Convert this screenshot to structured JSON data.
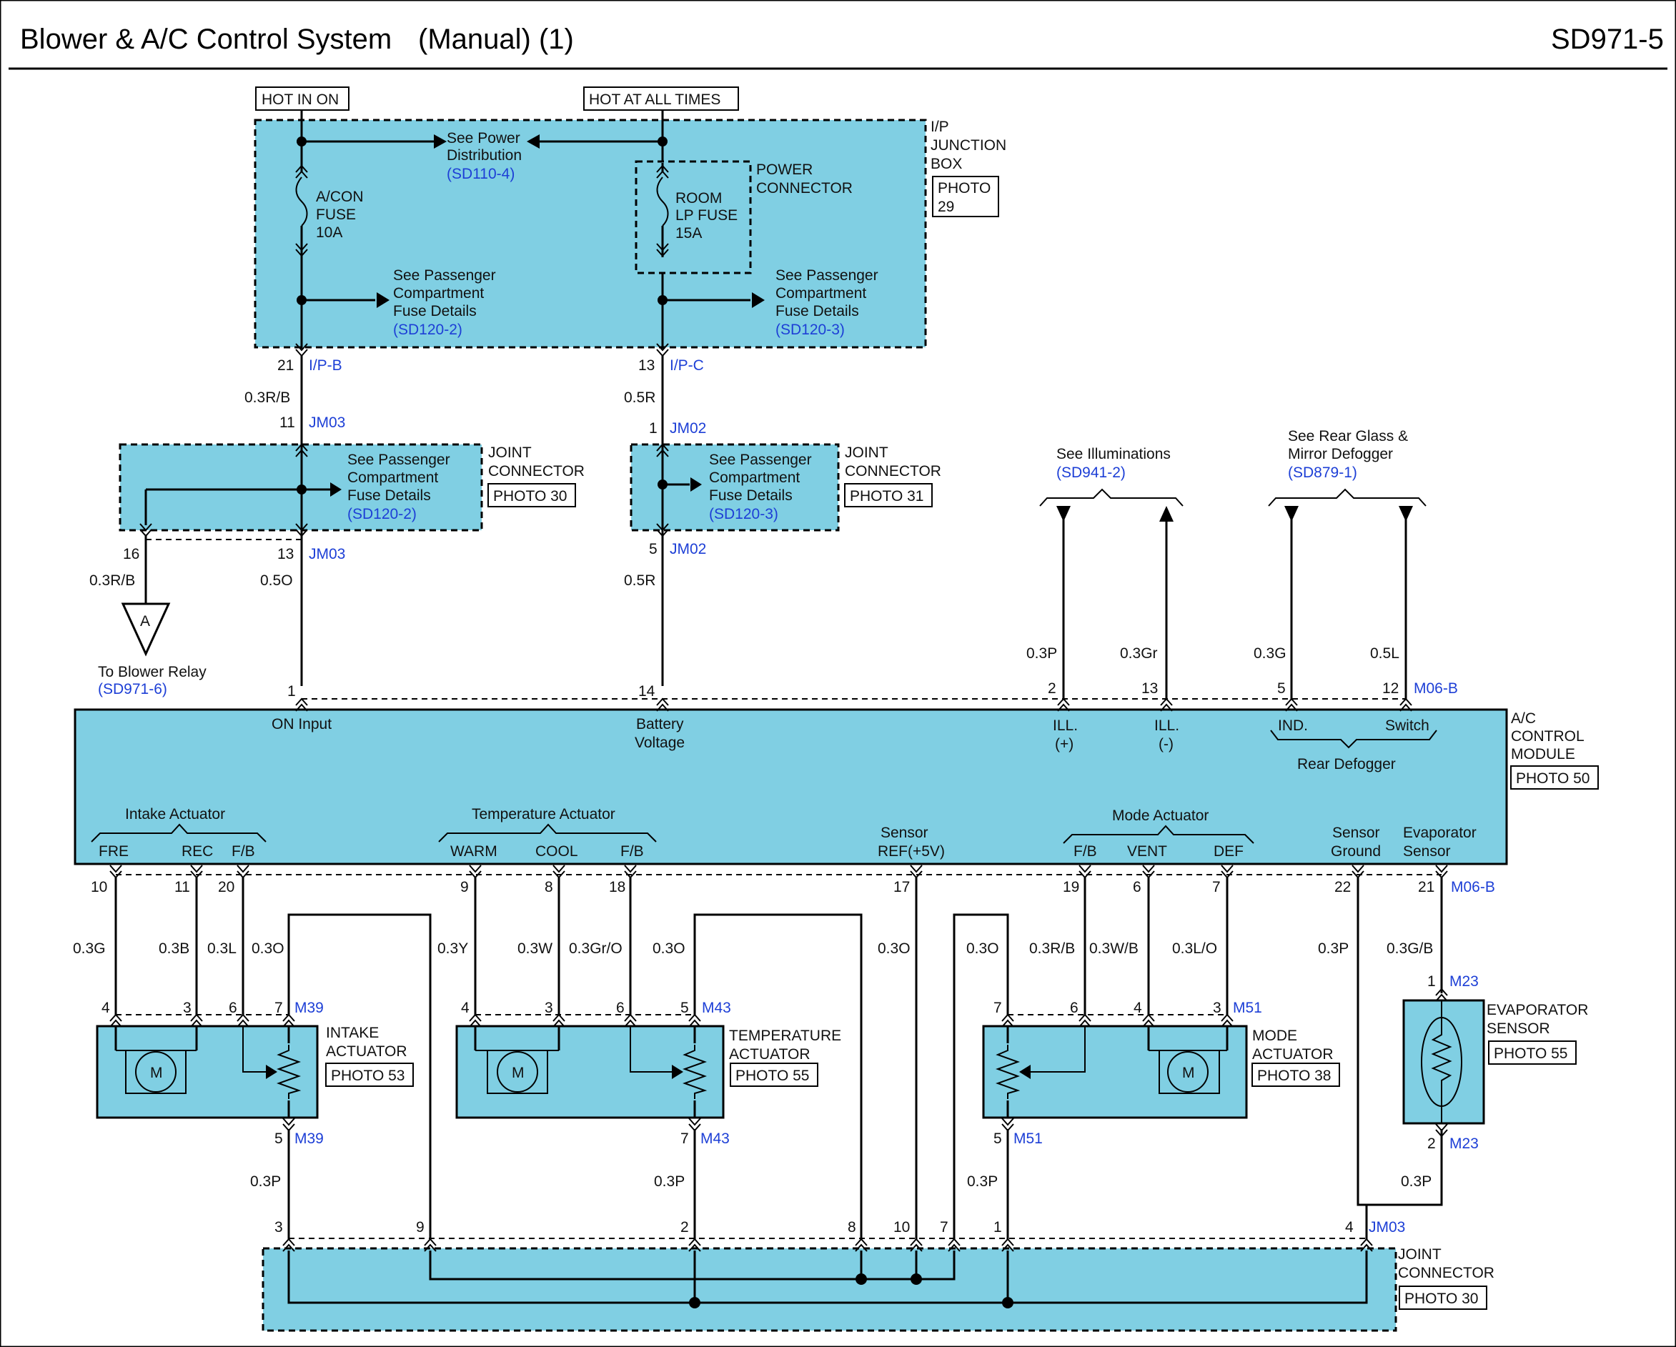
{
  "header": {
    "title": "Blower & A/C Control System",
    "subtitle": "(Manual) (1)",
    "page_code": "SD971-5"
  },
  "power": {
    "hot_in_on": "HOT IN ON",
    "hot_at_all_times": "HOT AT ALL TIMES",
    "see_power_1": "See Power",
    "see_power_2": "Distribution",
    "see_power_ref": "(SD110-4)",
    "acon_fuse_1": "A/CON",
    "acon_fuse_2": "FUSE",
    "acon_fuse_3": "10A",
    "room_fuse_1": "ROOM",
    "room_fuse_2": "LP FUSE",
    "room_fuse_3": "15A",
    "power_conn_1": "POWER",
    "power_conn_2": "CONNECTOR",
    "ipjb_1": "I/P",
    "ipjb_2": "JUNCTION",
    "ipjb_3": "BOX",
    "ipjb_photo_1": "PHOTO",
    "ipjb_photo_2": "29",
    "spc_1": "See Passenger",
    "spc_2": "Compartment",
    "spc_3": "Fuse Details",
    "spc_ref_a": "(SD120-2)",
    "spc_ref_b": "(SD120-3)"
  },
  "connectors": {
    "ipb": "I/P-B",
    "ipc": "I/P-C",
    "jm03": "JM03",
    "jm02": "JM02",
    "m06b": "M06-B",
    "m39": "M39",
    "m43": "M43",
    "m51": "M51",
    "m23": "M23",
    "joint_1": "JOINT",
    "joint_2": "CONNECTOR",
    "photo30": "PHOTO 30",
    "photo31": "PHOTO 31",
    "photo50": "PHOTO 50",
    "photo53": "PHOTO 53",
    "photo55": "PHOTO 55",
    "photo38": "PHOTO 38"
  },
  "pins": {
    "p21": "21",
    "p13": "13",
    "p11": "11",
    "p1": "1",
    "p16": "16",
    "p5": "5",
    "p14": "14",
    "p2": "2",
    "p12": "12",
    "p10": "10",
    "p20": "20",
    "p9": "9",
    "p8": "8",
    "p18": "18",
    "p17": "17",
    "p19": "19",
    "p6": "6",
    "p7": "7",
    "p3": "3",
    "p22": "22",
    "p4": "4"
  },
  "wires": {
    "w03rb": "0.3R/B",
    "w05r": "0.5R",
    "w05o": "0.5O",
    "w03p": "0.3P",
    "w03gr": "0.3Gr",
    "w03g": "0.3G",
    "w05l": "0.5L",
    "w03b": "0.3B",
    "w03l": "0.3L",
    "w03o": "0.3O",
    "w03y": "0.3Y",
    "w03w": "0.3W",
    "w03gro": "0.3Gr/O",
    "w03wb": "0.3W/B",
    "w03lo": "0.3L/O",
    "w03gb": "0.3G/B"
  },
  "blower": {
    "marker": "A",
    "to_1": "To Blower Relay",
    "ref": "(SD971-6)"
  },
  "refs": {
    "illum_1": "See Illuminations",
    "illum_ref": "(SD941-2)",
    "defog_1": "See Rear Glass &",
    "defog_2": "Mirror Defogger",
    "defog_ref": "(SD879-1)"
  },
  "module": {
    "name_1": "A/C",
    "name_2": "CONTROL",
    "name_3": "MODULE",
    "on_input": "ON Input",
    "batt_1": "Battery",
    "batt_2": "Voltage",
    "ill": "ILL.",
    "plus": "(+)",
    "minus": "(-)",
    "ind": "IND.",
    "switch": "Switch",
    "rear_defogger": "Rear Defogger",
    "intake_actuator": "Intake Actuator",
    "fre": "FRE",
    "rec": "REC",
    "fb": "F/B",
    "temp_actuator": "Temperature Actuator",
    "warm": "WARM",
    "cool": "COOL",
    "sensor_ref_1": "Sensor",
    "sensor_ref_2": "REF(+5V)",
    "mode_actuator": "Mode Actuator",
    "vent": "VENT",
    "def": "DEF",
    "sensor_gnd_1": "Sensor",
    "sensor_gnd_2": "Ground",
    "evap_1": "Evaporator",
    "evap_2": "Sensor"
  },
  "components": {
    "motor": "M",
    "intake_1": "INTAKE",
    "intake_2": "ACTUATOR",
    "temp_1": "TEMPERATURE",
    "temp_2": "ACTUATOR",
    "mode_1": "MODE",
    "mode_2": "ACTUATOR",
    "evap_1": "EVAPORATOR",
    "evap_2": "SENSOR"
  }
}
